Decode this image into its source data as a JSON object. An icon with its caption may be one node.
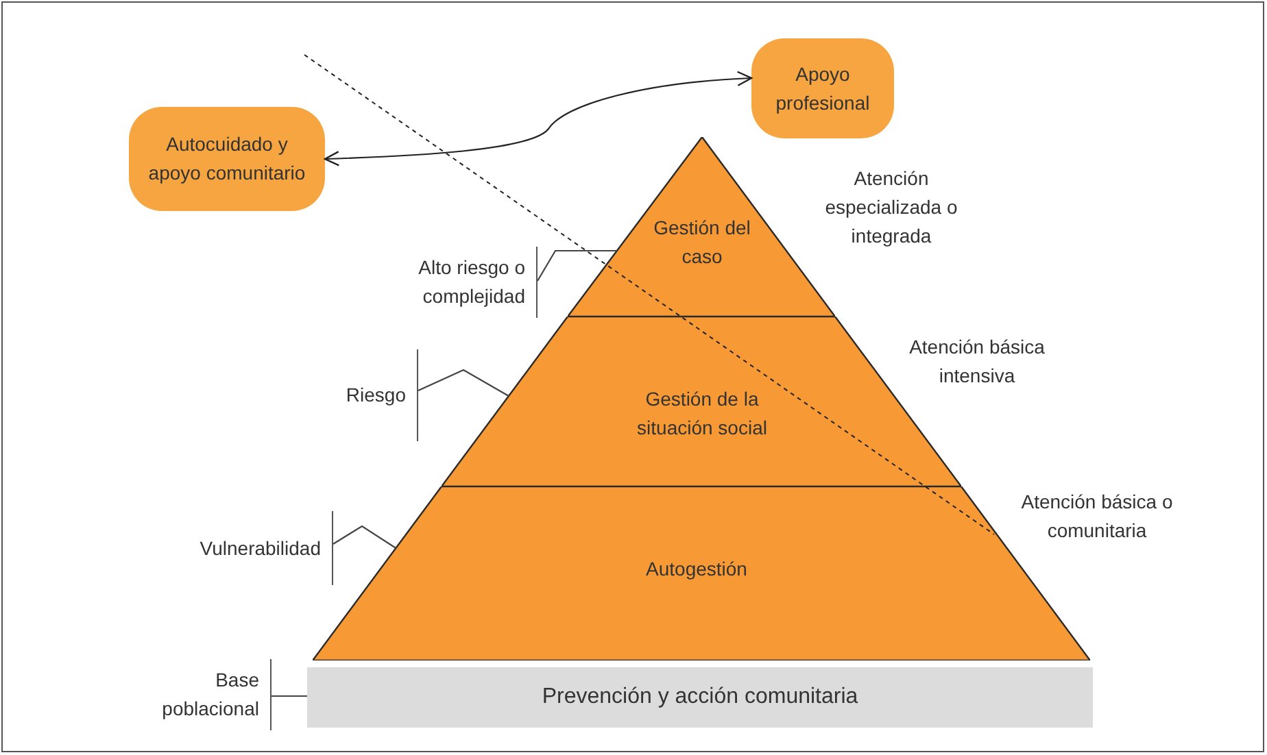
{
  "diagram": {
    "nodes": [
      {
        "text": [
          "Autocuidado y apoyo comunitario"
        ]
      },
      {
        "text": [
          "Apoyo profesional"
        ]
      },
      {
        "text": [
          "Gestión del caso"
        ]
      },
      {
        "text": [
          "Gestión de la situación social"
        ]
      },
      {
        "text": [
          "Autogestión"
        ]
      },
      {
        "text": [
          "Prevención y acción comunitaria"
        ]
      },
      {
        "text": [
          "Alto riesgo o complejidad"
        ]
      },
      {
        "text": [
          "Riesgo"
        ]
      },
      {
        "text": [
          "Vulnerabilidad"
        ]
      },
      {
        "text": [
          "Base poblacional"
        ]
      }
    ],
    "edges": [
      {
        "from": 0,
        "to": 1,
        "arrow": "both"
      },
      {
        "from": 6,
        "to": 2,
        "arrow": "none"
      },
      {
        "from": 7,
        "to": 3,
        "arrow": "none"
      },
      {
        "from": 8,
        "to": 4,
        "arrow": "none"
      },
      {
        "from": 9,
        "to": 5,
        "arrow": "none"
      }
    ],
    "labels": [
      "Atención especializada o integrada",
      "Atención básica intensiva",
      "Atención básica o comunitaria"
    ]
  }
}
